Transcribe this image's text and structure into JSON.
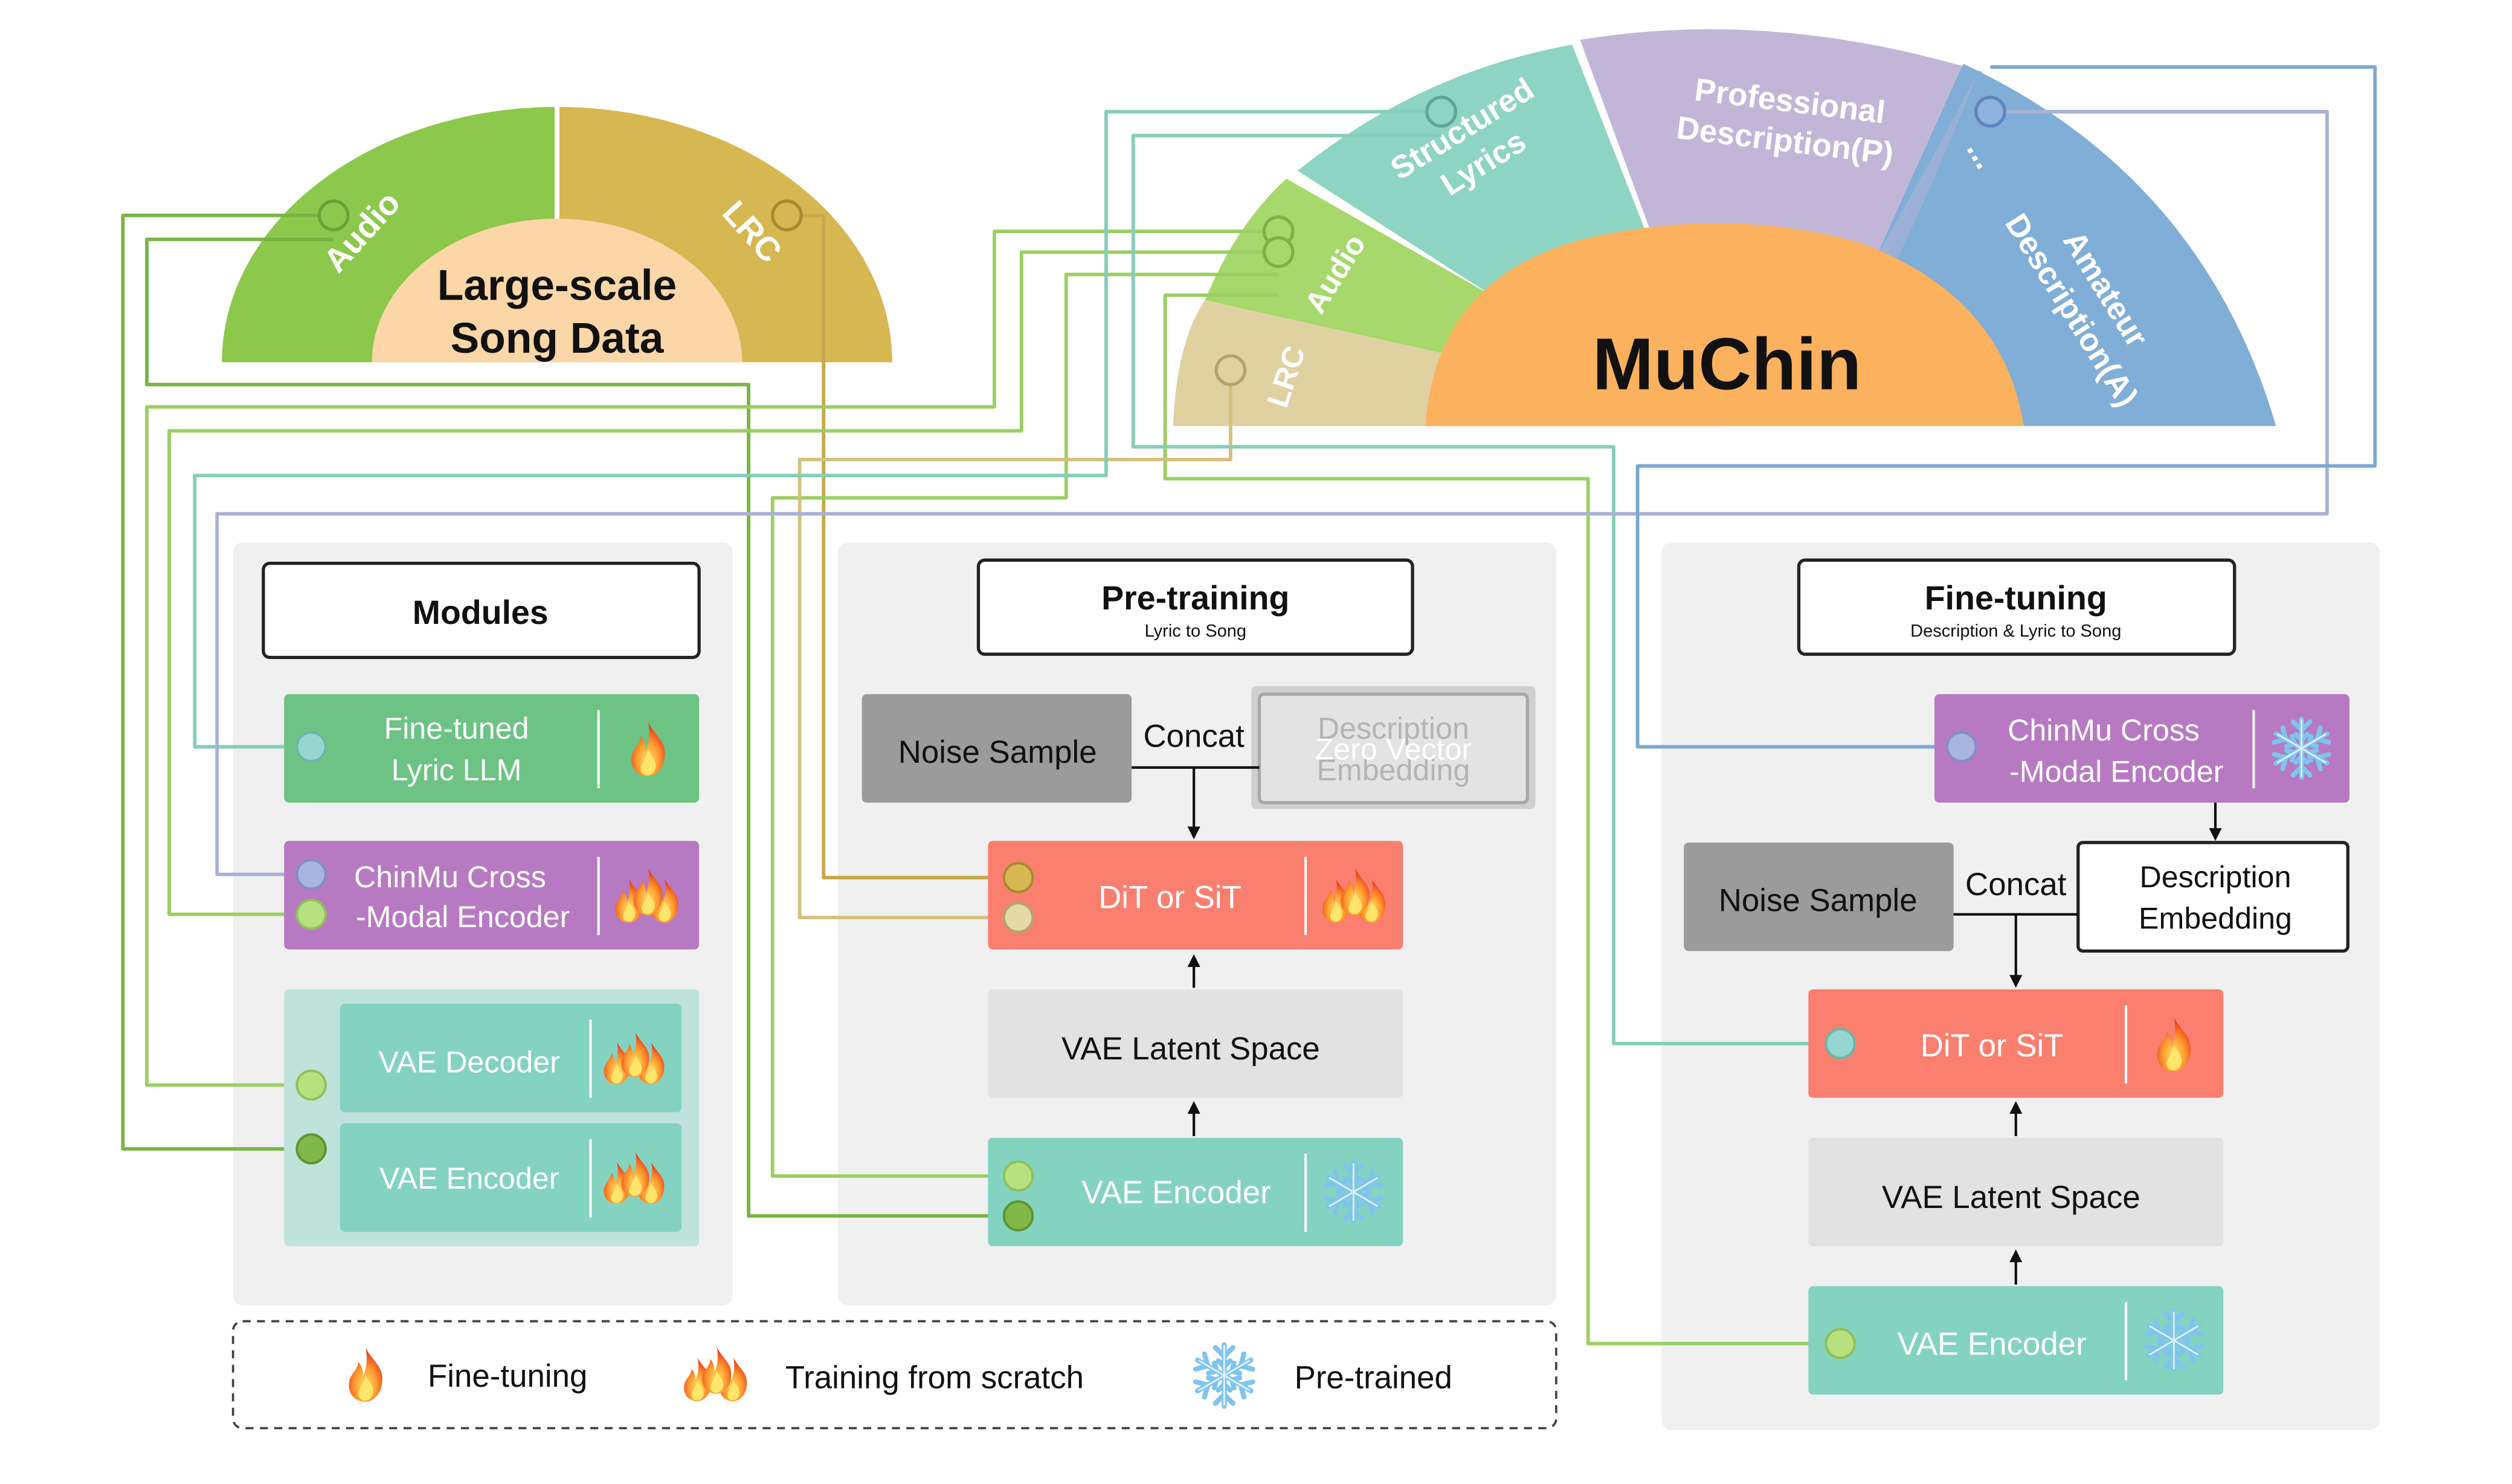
{
  "song_data": {
    "center_line1": "Large-scale",
    "center_line2": "Song Data",
    "audio": "Audio",
    "lrc": "LRC"
  },
  "muchin": {
    "title": "MuChin",
    "lrc": "LRC",
    "audio": "Audio",
    "structured_line1": "Structured",
    "structured_line2": "Lyrics",
    "professional_line1": "Professional",
    "professional_line2": "Description(P)",
    "ellipsis": "...",
    "amateur_line1": "Amateur",
    "amateur_line2": "Description(A)"
  },
  "modules": {
    "title": "Modules",
    "llm_line1": "Fine-tuned",
    "llm_line2": "Lyric LLM",
    "chinmu_line1": "ChinMu Cross",
    "chinmu_line2": "-Modal Encoder",
    "vae_decoder": "VAE Decoder",
    "vae_encoder": "VAE Encoder"
  },
  "pretraining": {
    "title": "Pre-training",
    "subtitle": "Lyric to Song",
    "noise": "Noise Sample",
    "concat": "Concat",
    "desc_line1": "Description",
    "desc_line2": "Embedding",
    "zero_vector": "Zero Vector",
    "dit": "DiT or SiT",
    "latent": "VAE Latent Space",
    "vae_encoder": "VAE Encoder"
  },
  "finetuning": {
    "title": "Fine-tuning",
    "subtitle": "Description & Lyric to Song",
    "chinmu_line1": "ChinMu Cross",
    "chinmu_line2": "-Modal Encoder",
    "noise": "Noise Sample",
    "concat": "Concat",
    "desc_line1": "Description",
    "desc_line2": "Embedding",
    "dit": "DiT or SiT",
    "latent": "VAE Latent Space",
    "vae_encoder": "VAE Encoder"
  },
  "legend": {
    "finetuning": "Fine-tuning",
    "scratch": "Training from scratch",
    "pretrained": "Pre-trained"
  },
  "colors": {
    "green_module": "#6cc384",
    "purple_module": "#b77ac2",
    "teal_module": "#84d3c1",
    "red_module": "#fa7f6f",
    "grey_noise": "#9b9b9b",
    "light_grey": "#e2e2e2",
    "panel": "#f0f0f0",
    "song_audio": "#8cc84b",
    "song_lrc": "#d7b752",
    "song_center": "#fbd6a6",
    "muchin_center": "#fbb15e",
    "muchin_lrc": "#dfd1a0",
    "muchin_audio": "#a6d86b",
    "muchin_structured": "#8ed4c3",
    "muchin_professional": "#c2b6d8",
    "muchin_amateur": "#80aed6"
  },
  "icons": {
    "fire": "fire-icon",
    "double_fire": "double-fire-icon",
    "snowflake": "snowflake-icon"
  }
}
